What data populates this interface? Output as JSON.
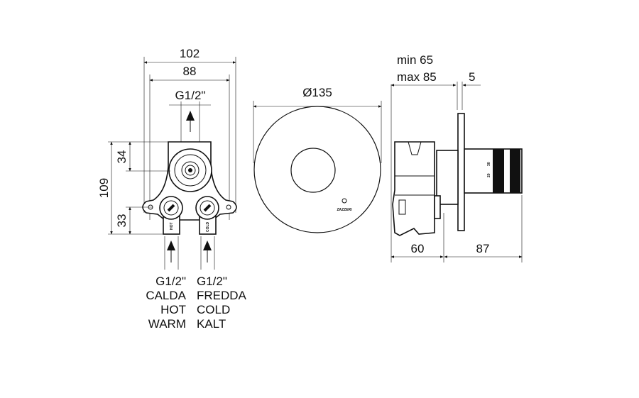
{
  "front_view": {
    "dim_width_outer": "102",
    "dim_width_inner": "88",
    "dim_outlet": "G1/2\"",
    "dim_height": "109",
    "dim_upper": "34",
    "dim_lower": "33",
    "hot_tag": "HOT",
    "cold_tag": "COLD",
    "inlet_hot": [
      "G1/2\"",
      "CALDA",
      "HOT",
      "WARM"
    ],
    "inlet_cold": [
      "G1/2\"",
      "FREDDA",
      "COLD",
      "KALT"
    ]
  },
  "plate_view": {
    "dim_diameter": "Ø135",
    "logo": "ZAZZERI"
  },
  "side_view": {
    "dim_min": "min 65",
    "dim_max": "max 85",
    "dim_plate": "5",
    "dim_body": "60",
    "dim_handle": "87",
    "scale_marks": [
      "20",
      "30"
    ]
  }
}
